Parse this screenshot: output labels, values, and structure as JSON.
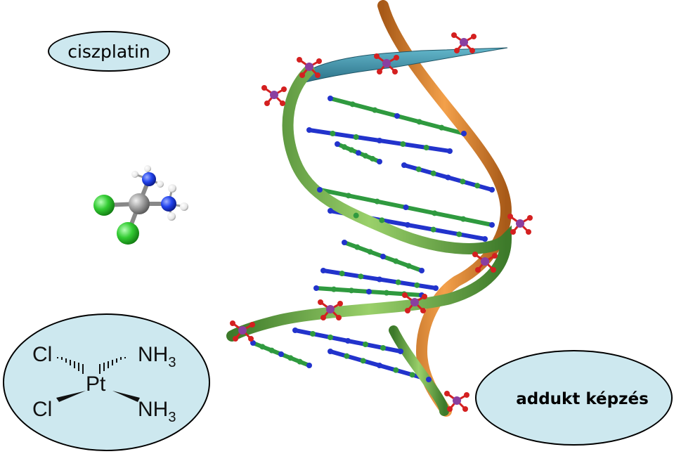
{
  "title": "ciszplatin",
  "caption": "addukt képzés",
  "colors": {
    "oval_fill": "#cde8ef",
    "strand_green": "#6ab04c",
    "strand_orange": "#e8923a",
    "strand_teal": "#3f8fa8",
    "atom_green": "#2f9a3f",
    "atom_blue": "#2233cc",
    "atom_red": "#d42020",
    "atom_purple": "#8a3fa0",
    "chlorine": "#33cc33",
    "platinum": "#9a9a9a",
    "nitrogen": "#2244ee",
    "hydrogen": "#ffffff"
  },
  "formula": {
    "atoms": {
      "cl_top": "Cl",
      "cl_bottom": "Cl",
      "pt": "Pt",
      "nh3_top": "NH",
      "nh3_top_sub": "3",
      "nh3_bottom": "NH",
      "nh3_bottom_sub": "3"
    }
  },
  "molecule_icon": "cisplatin-ball-and-stick-model",
  "dna_icon": "dna-double-helix-model"
}
